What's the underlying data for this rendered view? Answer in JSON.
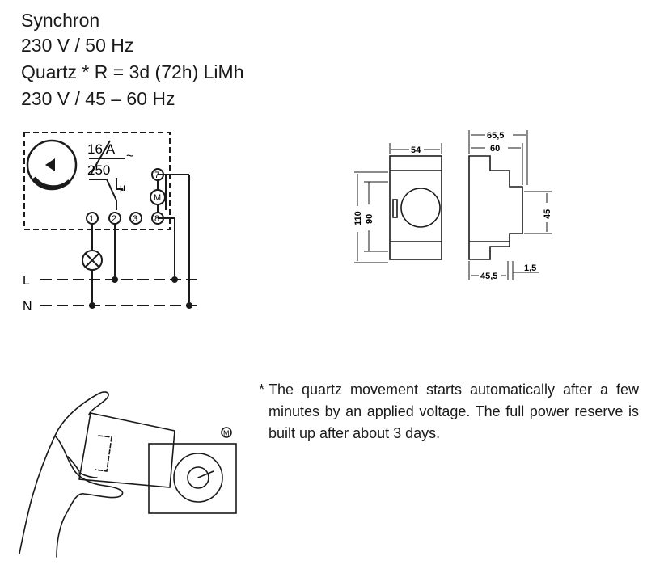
{
  "specs": [
    "Synchron",
    "230 V / 50 Hz",
    "Quartz * R = 3d (72h) LiMh",
    "230 V / 45 – 60 Hz"
  ],
  "wiring": {
    "rating_top": "16 A",
    "rating_bottom": "250",
    "ac_symbol": "~",
    "contact_symbol": "μ",
    "terminals": [
      "1",
      "2",
      "3",
      "8",
      "7"
    ],
    "motor_symbol": "M",
    "line_l": "L",
    "line_n": "N"
  },
  "dimensions": {
    "width_front": "54",
    "height_total": "110",
    "height_inner": "90",
    "depth_total": "65,5",
    "depth_60": "60",
    "height_45": "45",
    "depth_bottom": "45,5",
    "offset": "1,5"
  },
  "note": {
    "star": "*",
    "text": "The quartz movement starts automatically after a few minutes by an applied voltage. The full power reserve is built up after about 3 days."
  },
  "illustration": {
    "motor_symbol": "M"
  }
}
